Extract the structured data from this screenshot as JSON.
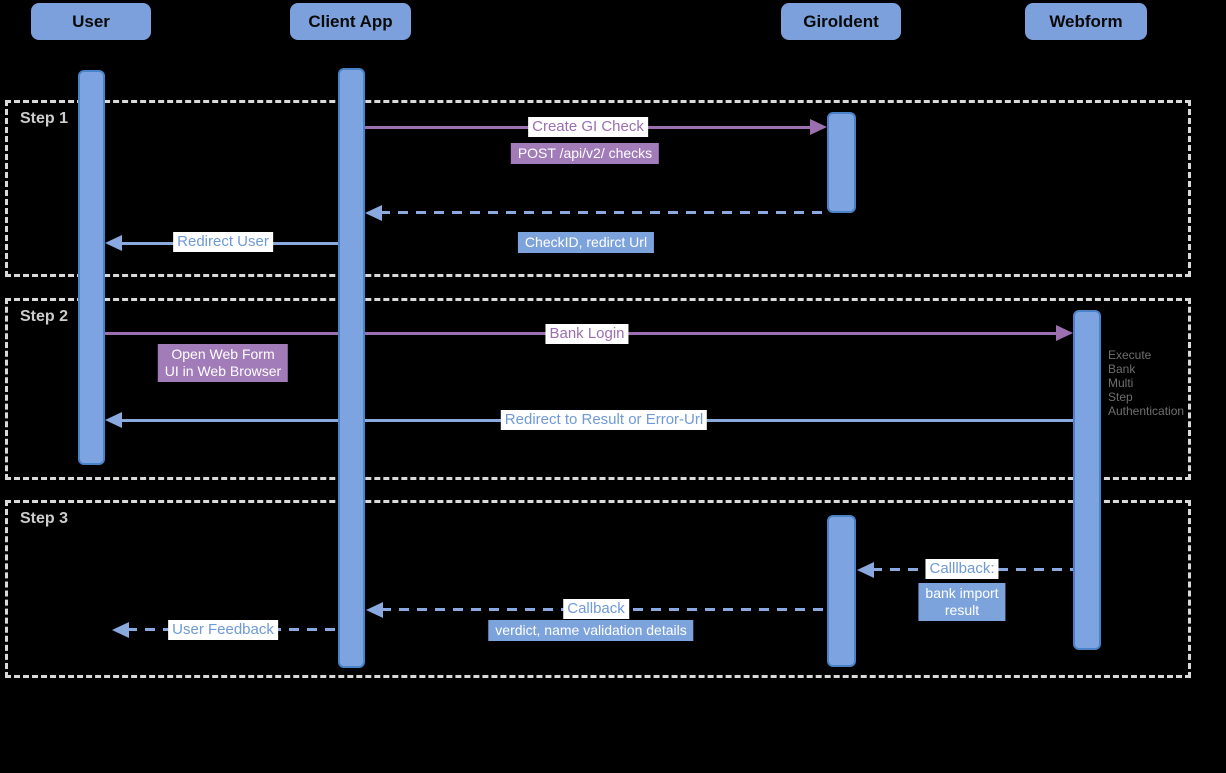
{
  "diagram": {
    "actors": [
      {
        "id": "user",
        "label": "User"
      },
      {
        "id": "client-app",
        "label": "Client App"
      },
      {
        "id": "giroident",
        "label": "GiroIdent"
      },
      {
        "id": "webform",
        "label": "Webform"
      }
    ],
    "steps": [
      {
        "label": "Step 1"
      },
      {
        "label": "Step 2"
      },
      {
        "label": "Step 3"
      }
    ],
    "messages": {
      "create_gi_check": {
        "label": "Create GI Check",
        "detail": "POST /api/v2/ checks"
      },
      "check_response": {
        "detail": "CheckID, redirct Url"
      },
      "redirect_user": {
        "label": "Redirect User"
      },
      "bank_login": {
        "label": "Bank Login",
        "detail": "Open Web Form\nUI in Web Browser"
      },
      "redirect_result": {
        "label": "Redirect to Result or Error-Url"
      },
      "webform_callback": {
        "label": "Calllback:",
        "detail": "bank import\nresult"
      },
      "giro_callback": {
        "label": "Callback",
        "detail": "verdict, name validation details"
      },
      "user_feedback": {
        "label": "User Feedback"
      }
    },
    "notes": {
      "webform_auth": "Execute\nBank\nMulti\nStep\nAuthentication"
    }
  },
  "colors": {
    "purple": "#9B6FB0",
    "purple_fill": "#A17CB8",
    "blue": "#8AA9DE",
    "blue_fill": "#7DA3DC",
    "blue_text": "#6F9AD6",
    "actor_fill": "#7CA0DB",
    "bar_fill": "#7DA3E0",
    "bar_border": "#4A82C8",
    "frame": "#D9D9D9",
    "note_gray": "#6E6E6E",
    "background": "#000000"
  }
}
